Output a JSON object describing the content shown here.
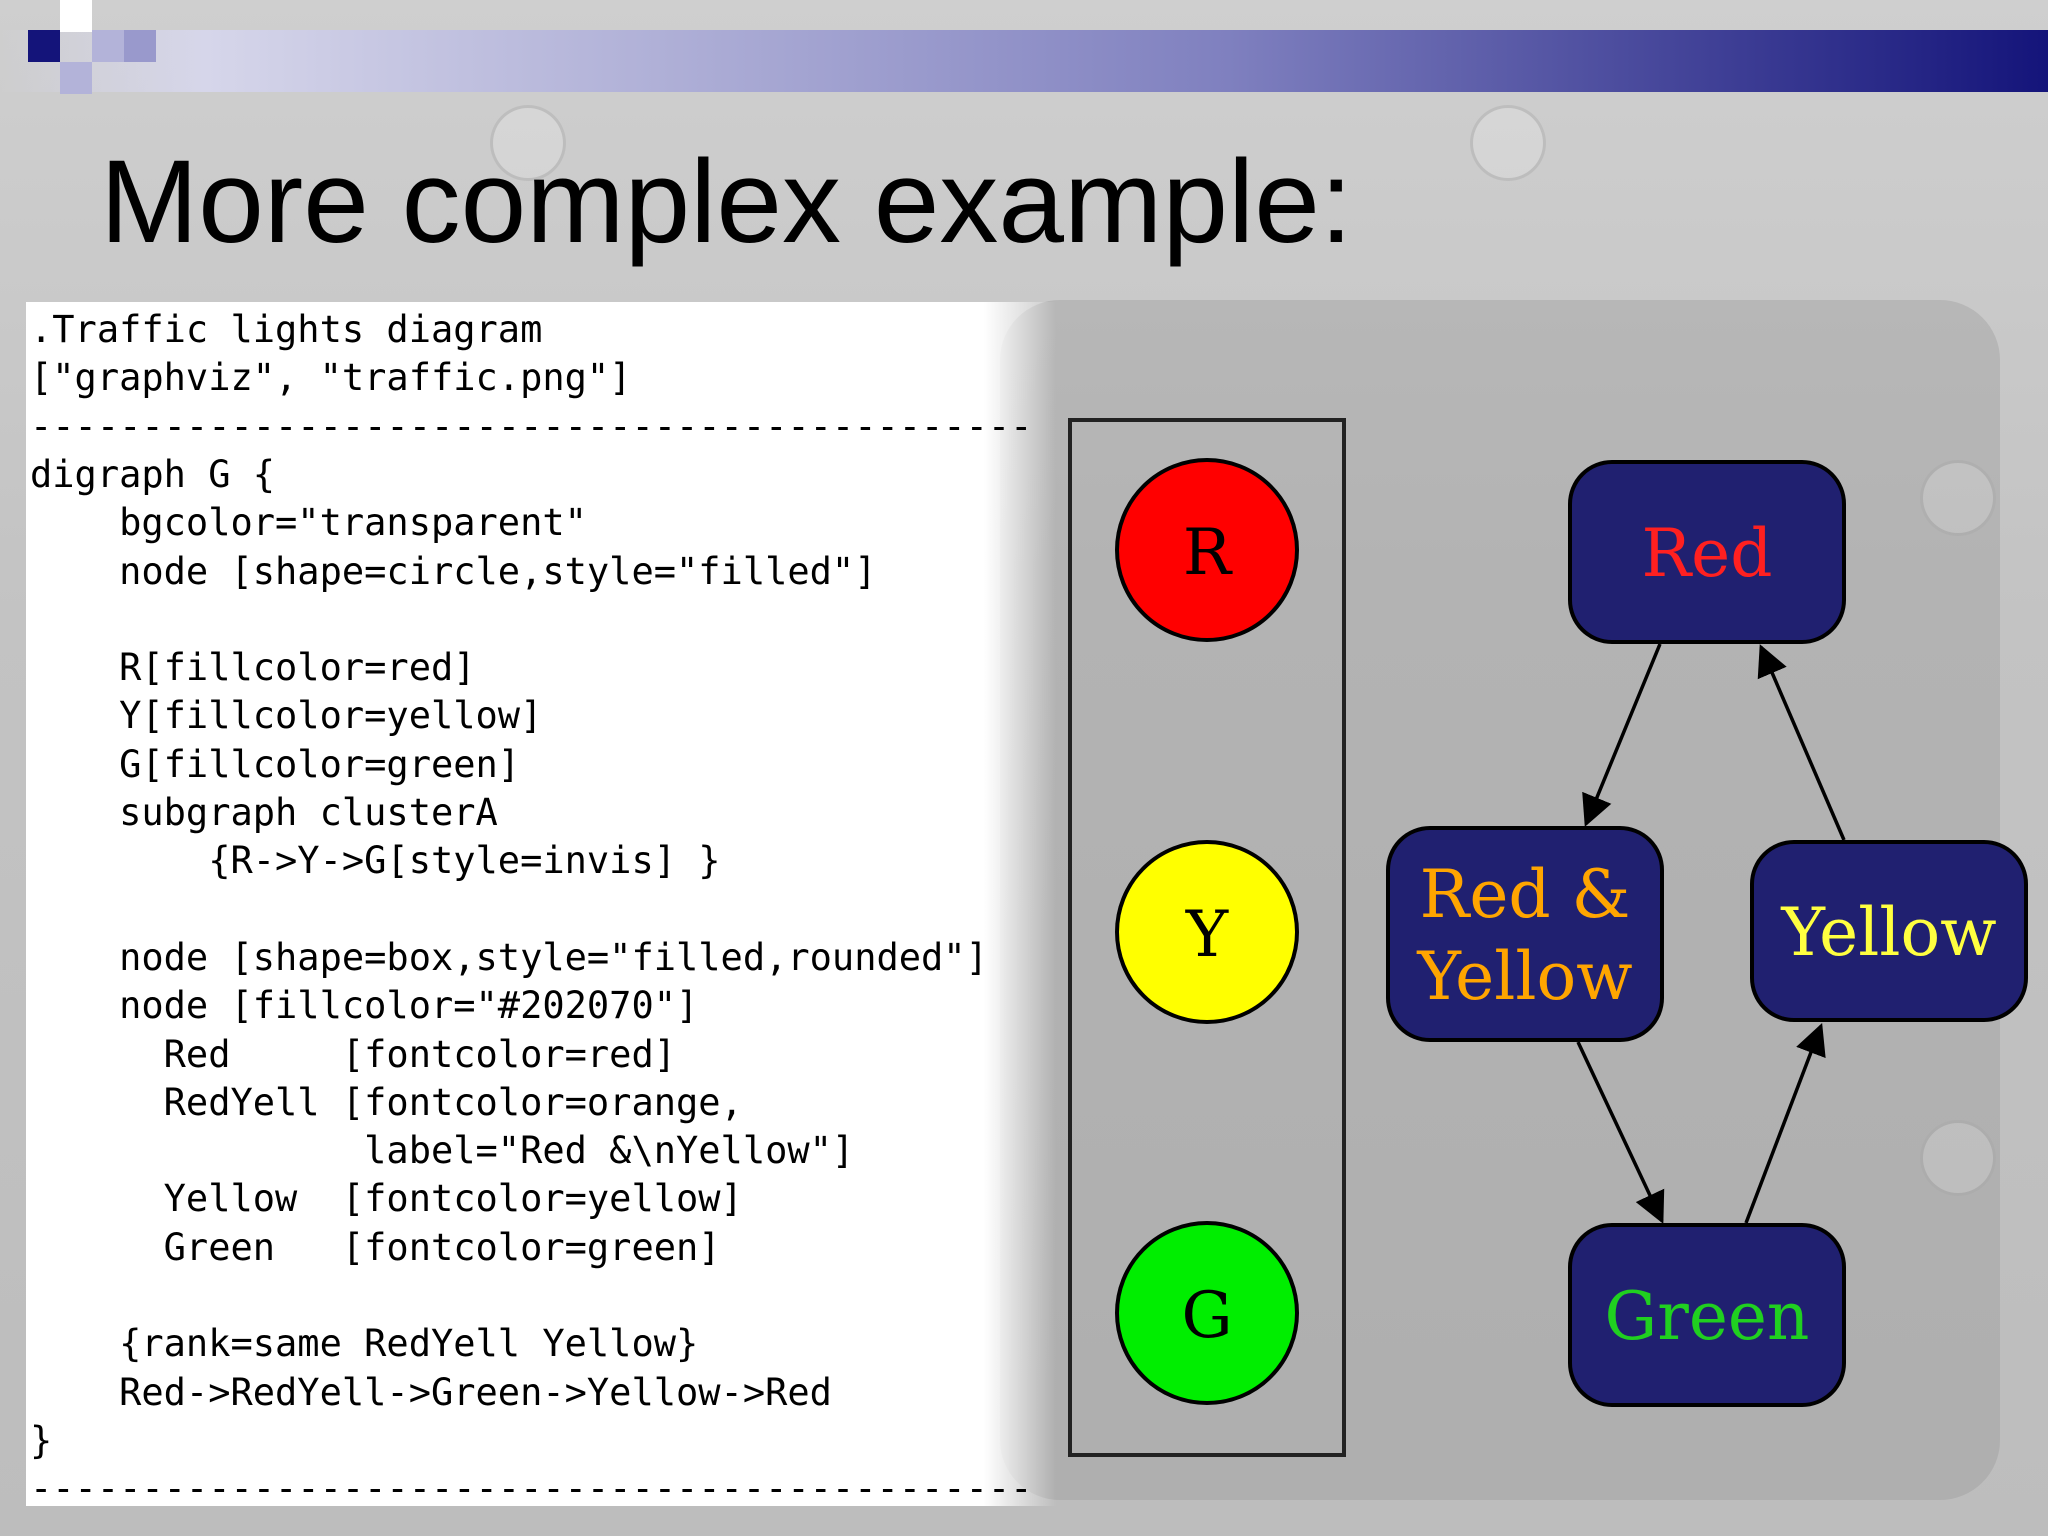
{
  "slide": {
    "title": "More complex example:"
  },
  "code": {
    "lines": [
      ".Traffic lights diagram",
      "[\"graphviz\", \"traffic.png\"]",
      "---------------------------------------------",
      "digraph G {",
      "    bgcolor=\"transparent\"",
      "    node [shape=circle,style=\"filled\"]",
      "",
      "    R[fillcolor=red]",
      "    Y[fillcolor=yellow]",
      "    G[fillcolor=green]",
      "    subgraph clusterA",
      "        {R->Y->G[style=invis] }",
      "",
      "    node [shape=box,style=\"filled,rounded\"]",
      "    node [fillcolor=\"#202070\"]",
      "      Red     [fontcolor=red]",
      "      RedYell [fontcolor=orange,",
      "               label=\"Red &\\nYellow\"]",
      "      Yellow  [fontcolor=yellow]",
      "      Green   [fontcolor=green]",
      "",
      "    {rank=same RedYell Yellow}",
      "    Red->RedYell->Green->Yellow->Red",
      "}",
      "---------------------------------------------"
    ]
  },
  "diagram": {
    "circles": [
      {
        "id": "R",
        "label": "R",
        "fill": "#ff0000"
      },
      {
        "id": "Y",
        "label": "Y",
        "fill": "#ffff00"
      },
      {
        "id": "G",
        "label": "G",
        "fill": "#00ee00"
      }
    ],
    "boxes": [
      {
        "id": "Red",
        "label_lines": [
          "Red"
        ],
        "fill": "#202070",
        "font_color": "#ff2020"
      },
      {
        "id": "RedYell",
        "label_lines": [
          "Red &",
          "Yellow"
        ],
        "fill": "#202070",
        "font_color": "#ffa500"
      },
      {
        "id": "Yellow",
        "label_lines": [
          "Yellow"
        ],
        "fill": "#202070",
        "font_color": "#ffff40"
      },
      {
        "id": "Green",
        "label_lines": [
          "Green"
        ],
        "fill": "#202070",
        "font_color": "#20d020"
      }
    ],
    "edges": [
      {
        "from": "Red",
        "to": "RedYell"
      },
      {
        "from": "RedYell",
        "to": "Green"
      },
      {
        "from": "Green",
        "to": "Yellow"
      },
      {
        "from": "Yellow",
        "to": "Red"
      }
    ]
  },
  "colors": {
    "banner_dark": "#14147a",
    "banner_light": "#8080c0"
  }
}
